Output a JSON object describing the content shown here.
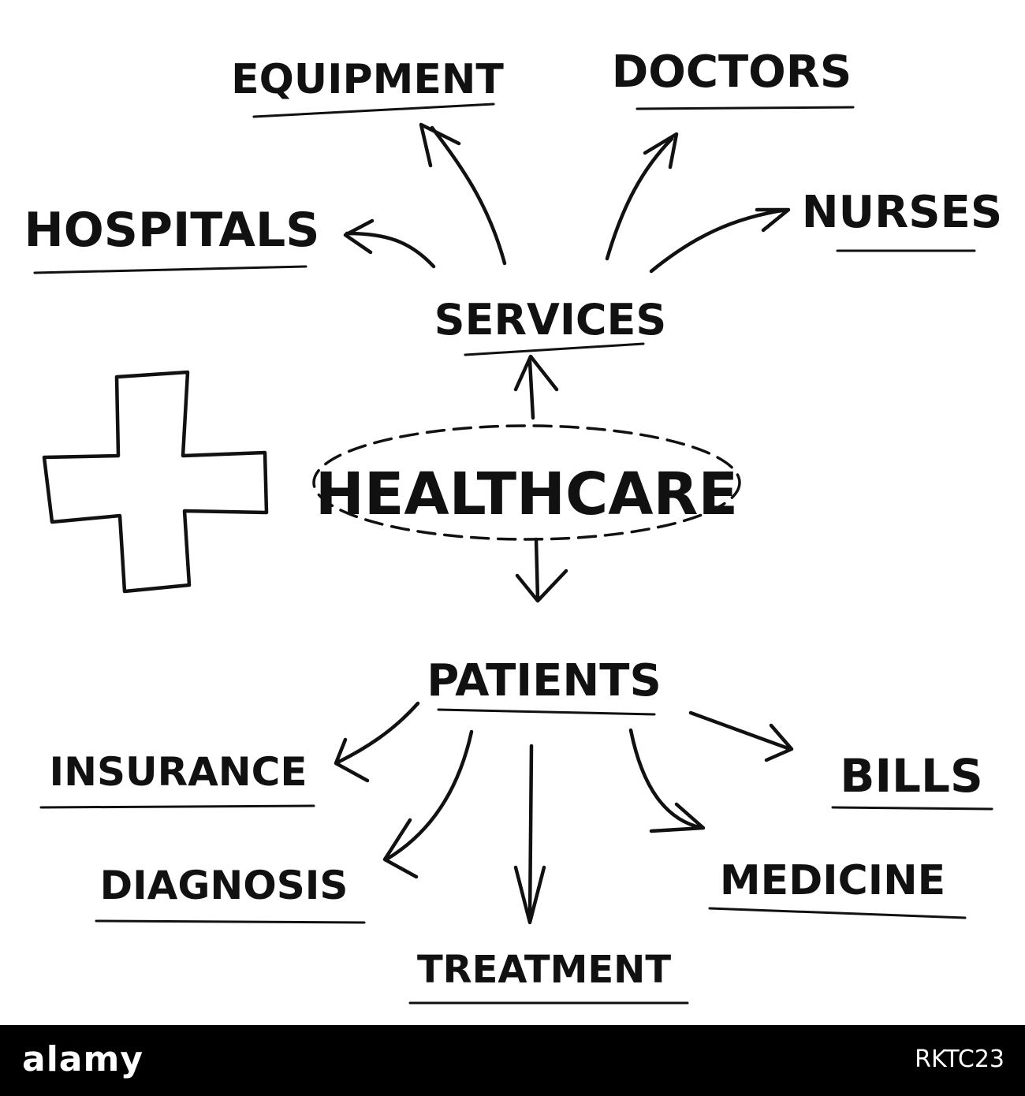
{
  "diagram": {
    "center": "HEALTHCARE",
    "services": {
      "label": "SERVICES",
      "children": [
        "EQUIPMENT",
        "DOCTORS",
        "HOSPITALS",
        "NURSES"
      ]
    },
    "patients": {
      "label": "PATIENTS",
      "children": [
        "INSURANCE",
        "BILLS",
        "DIAGNOSIS",
        "MEDICINE",
        "TREATMENT"
      ]
    }
  },
  "footer": {
    "logo": "alamy",
    "image_id": "RKTC23",
    "background": "#000000",
    "text_color": "#ffffff"
  }
}
